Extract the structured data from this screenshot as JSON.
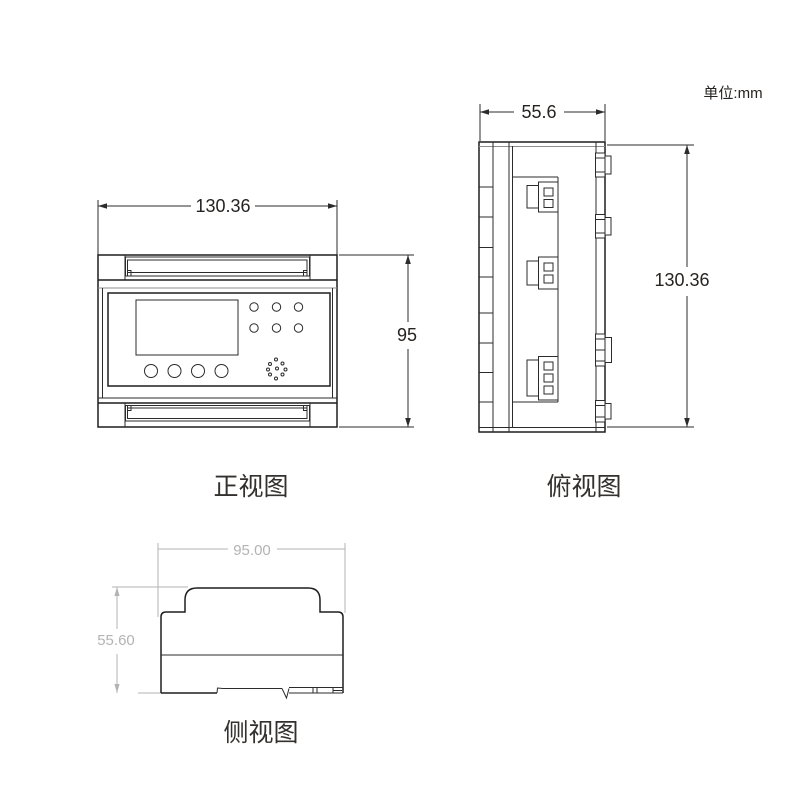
{
  "unit_note": "单位:mm",
  "views": {
    "front": {
      "label": "正视图",
      "width_dim": "130.36",
      "height_dim": "95"
    },
    "top": {
      "label": "俯视图",
      "width_dim": "55.6",
      "height_dim": "130.36"
    },
    "side": {
      "label": "侧视图",
      "width_dim": "95.00",
      "height_dim": "55.60"
    }
  },
  "colors": {
    "line": "#2b2b2b",
    "shadow_line": "#8f8f8f",
    "dim_text": "#262321",
    "side_dim_gray": "#b3b3b3",
    "background": "#ffffff"
  }
}
